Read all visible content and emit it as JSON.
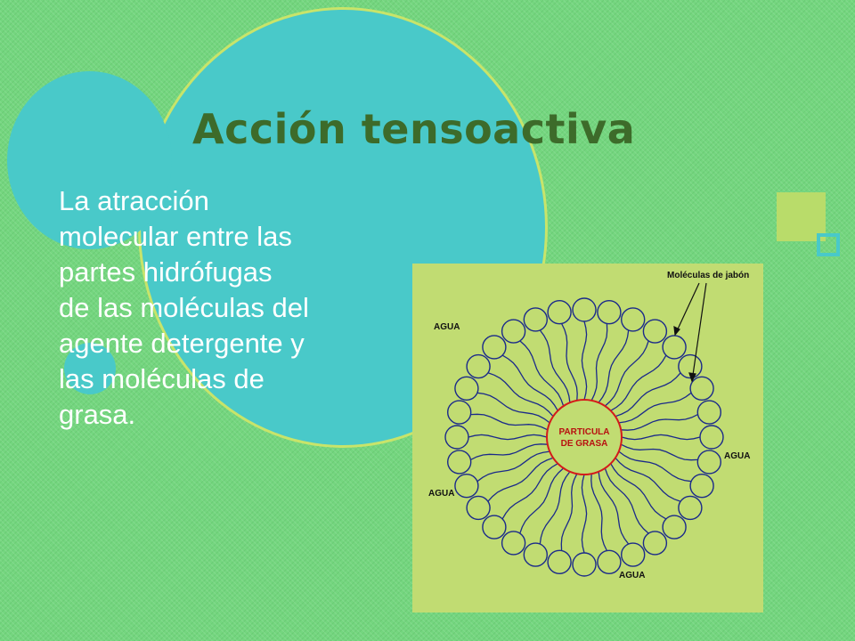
{
  "slide": {
    "title": "Acción tensoactiva",
    "body_lines": [
      "La atracción",
      "molecular entre las",
      "partes hidrófugas",
      "de las moléculas del",
      "agente detergente y",
      "las moléculas de",
      "grasa."
    ]
  },
  "figure": {
    "soap_molecules_label": "Moléculas de jabón",
    "water_labels": [
      "AGUA",
      "AGUA",
      "AGUA",
      "AGUA"
    ],
    "core_label_line1": "PARTICULA",
    "core_label_line2": "DE GRASA",
    "molecule_count": 32
  },
  "colors": {
    "background": "#74d67f",
    "teal": "#49c9c9",
    "lime": "#b9dc6a",
    "title": "#3d6b2a",
    "figure_bg": "#c1dc72",
    "molecule_stroke": "#1b2a8a",
    "core_stroke": "#d41a1a"
  }
}
